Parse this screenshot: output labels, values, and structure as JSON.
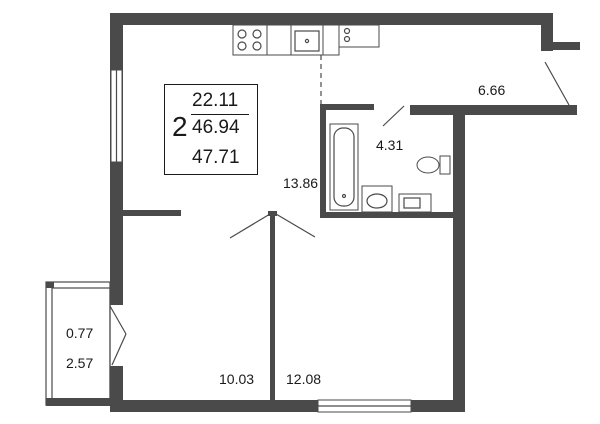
{
  "legend": {
    "rooms": "2",
    "living_area": "22.11",
    "total_area": "46.94",
    "total_area_with_balcony": "47.71"
  },
  "rooms": {
    "kitchen_living": "13.86",
    "hall": "6.66",
    "bathroom": "4.31",
    "bedroom_1": "10.03",
    "bedroom_2": "12.08",
    "balcony": "0.77",
    "balcony_full": "2.57"
  },
  "colors": {
    "wall": "#4a4a4a",
    "line": "#1a1a1a",
    "background": "#ffffff"
  }
}
